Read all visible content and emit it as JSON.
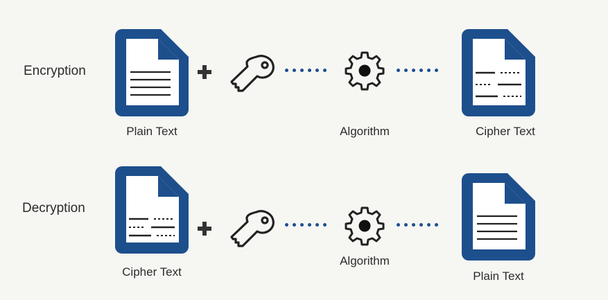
{
  "colors": {
    "doc_blue": "#1d4f8c",
    "dot_blue": "#1d4f8c",
    "ink": "#2b2b2b",
    "background": "#f6f6f3"
  },
  "encryption": {
    "label": "Encryption",
    "input_caption": "Plain Text",
    "algorithm_caption": "Algorithm",
    "output_caption": "Cipher Text"
  },
  "decryption": {
    "label": "Decryption",
    "input_caption": "Cipher Text",
    "algorithm_caption": "Algorithm",
    "output_caption": "Plain Text"
  },
  "icons": {
    "input_doc": "document-icon",
    "plus": "plus-icon",
    "key": "key-icon",
    "gear": "gear-icon"
  }
}
